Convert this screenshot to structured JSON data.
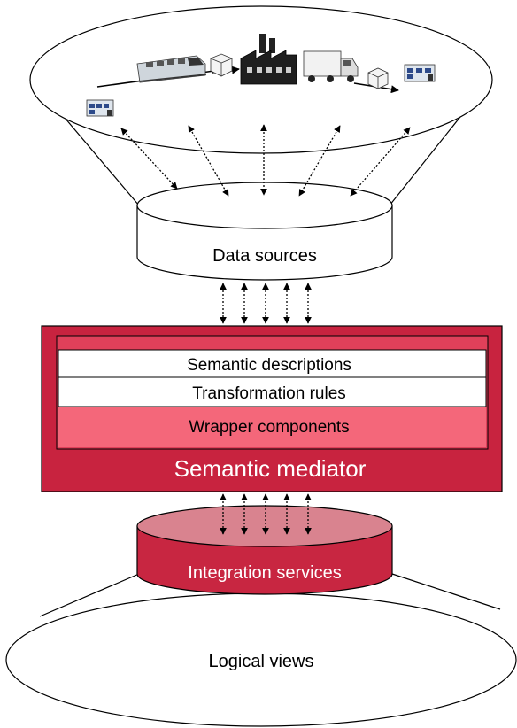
{
  "diagram": {
    "data_sources": "Data sources",
    "mediator": {
      "title": "Semantic mediator",
      "semantic_descriptions": "Semantic descriptions",
      "transformation_rules": "Transformation rules",
      "wrapper_components": "Wrapper components"
    },
    "integration_services": "Integration services",
    "logical_views": "Logical views"
  },
  "colors": {
    "mediator_dark": "#C8233F",
    "mediator_mid": "#E0405A",
    "wrapper_pink": "#F4677A",
    "integration_top": "#D9838F",
    "integration_body": "#C82641",
    "outline": "#000000",
    "white": "#ffffff"
  },
  "icons": [
    "building-icon",
    "train-icon",
    "package-icon",
    "factory-icon",
    "truck-icon",
    "package-icon",
    "building-icon"
  ]
}
